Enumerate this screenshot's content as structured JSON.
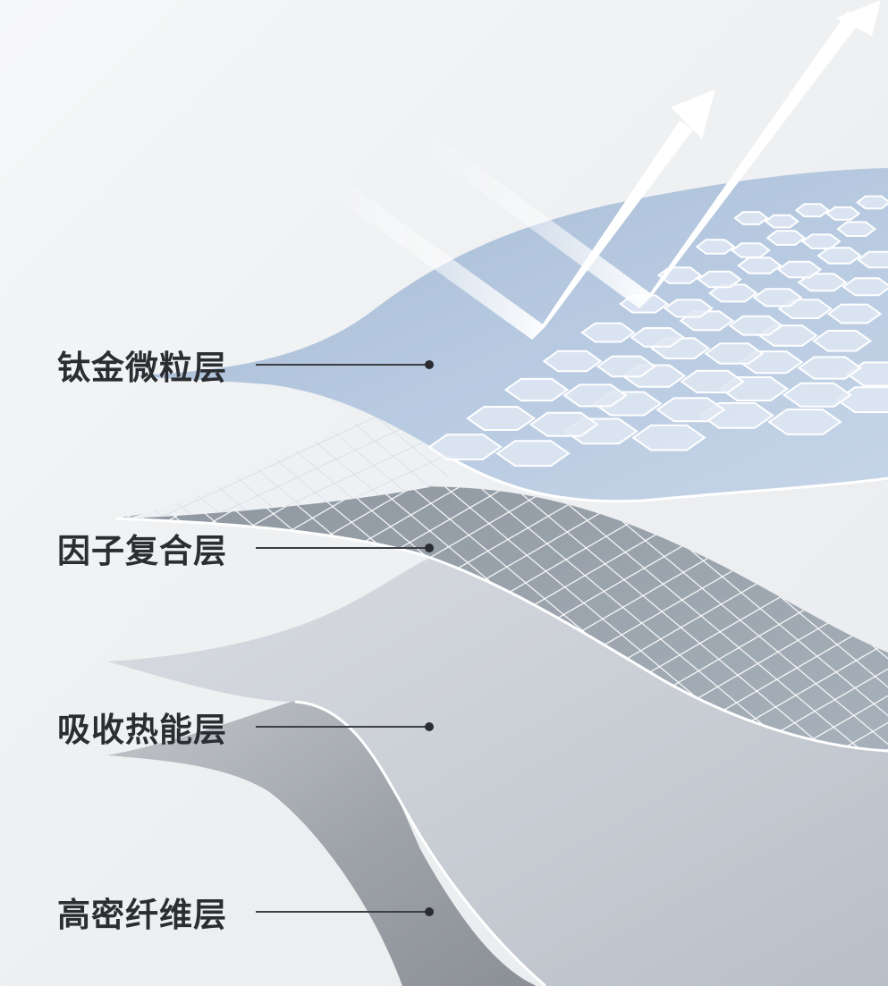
{
  "layers": [
    {
      "id": "titanium",
      "label": "钛金微粒层"
    },
    {
      "id": "factor",
      "label": "因子复合层"
    },
    {
      "id": "absorb",
      "label": "吸收热能层"
    },
    {
      "id": "fiber",
      "label": "高密纤维层"
    }
  ],
  "colors": {
    "titanium_fill": "#b3c7df",
    "hex_fill": "#dfe8f3",
    "factor_fill": "#aab3bd",
    "absorb_fill": "#c9ced5",
    "fiber_fill": "#9da2a8",
    "label_text": "#2a2d31",
    "arrow_fill": "#ffffff"
  },
  "icons": [
    "reflection-arrow",
    "hexagon-particle"
  ]
}
